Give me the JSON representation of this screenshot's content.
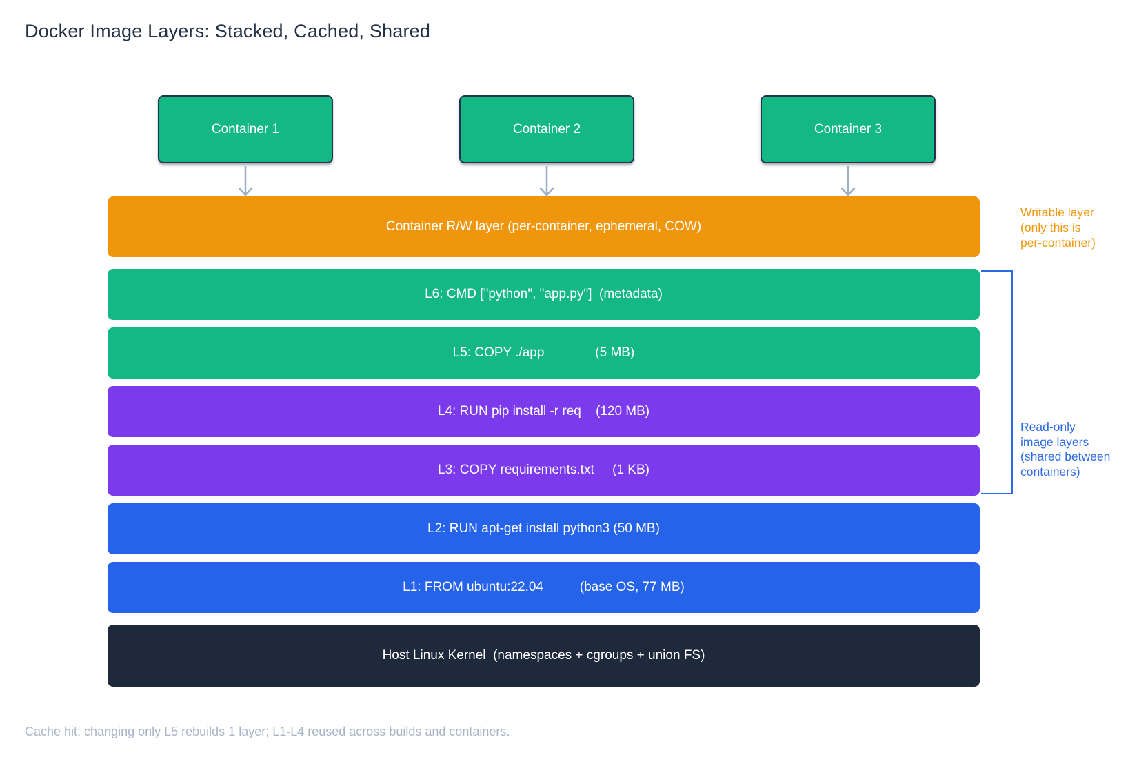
{
  "title": "Docker Image Layers: Stacked, Cached, Shared",
  "containers": [
    {
      "label": "Container 1"
    },
    {
      "label": "Container 2"
    },
    {
      "label": "Container 3"
    }
  ],
  "stack": {
    "bars": [
      {
        "id": "rw",
        "label": "Container R/W layer (per-container, ephemeral, COW)",
        "color": "#f0960d",
        "role": "writable layer"
      },
      {
        "id": "L6",
        "label": "L6: CMD [\"python\", \"app.py\"]  (metadata)",
        "color": "#14b885",
        "role": "image layer"
      },
      {
        "id": "L5",
        "label": "L5: COPY ./app              (5 MB)",
        "color": "#14b885",
        "role": "image layer"
      },
      {
        "id": "L4",
        "label": "L4: RUN pip install -r req    (120 MB)",
        "color": "#7c3aed",
        "role": "image layer"
      },
      {
        "id": "L3",
        "label": "L3: COPY requirements.txt     (1 KB)",
        "color": "#7c3aed",
        "role": "image layer"
      },
      {
        "id": "L2",
        "label": "L2: RUN apt-get install python3 (50 MB)",
        "color": "#2563eb",
        "role": "image layer"
      },
      {
        "id": "L1",
        "label": "L1: FROM ubuntu:22.04          (base OS, 77 MB)",
        "color": "#2563eb",
        "role": "image layer"
      },
      {
        "id": "kernel",
        "label": "Host Linux Kernel  (namespaces + cgroups + union FS)",
        "color": "#1e293b",
        "role": "host kernel"
      }
    ]
  },
  "annotations": {
    "writable": {
      "color": "#f0970b",
      "line1": "Writable layer",
      "line2": "(only this is",
      "line3": "per-container)"
    },
    "readonly": {
      "color": "#2b6be8",
      "line1": "Read-only",
      "line2": "image layers",
      "line3": "(shared between",
      "line4": "containers)"
    }
  },
  "footer": "Cache hit: changing only L5 rebuilds 1 layer; L1-L4 reused across builds and containers.",
  "colors": {
    "background": "#ffffff",
    "title_text": "#223146",
    "container_fill": "#14b885",
    "container_border": "#25334d",
    "arrow": "#9faec4",
    "footer_text": "#a9b5c7"
  }
}
